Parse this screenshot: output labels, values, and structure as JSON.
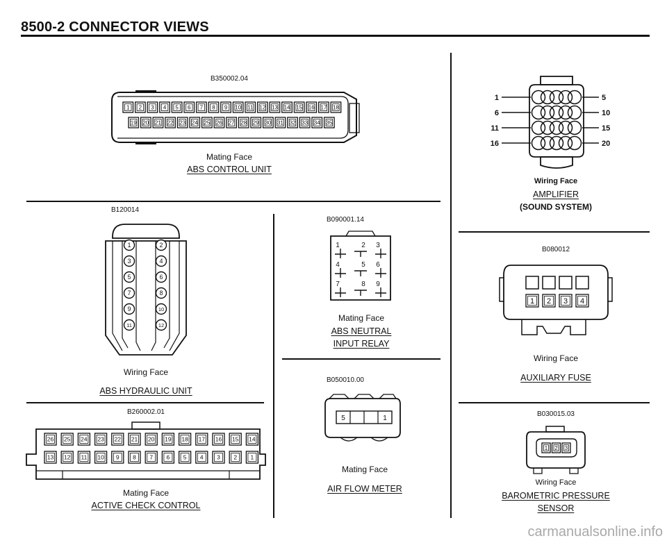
{
  "header": {
    "title": "8500-2  CONNECTOR VIEWS"
  },
  "watermark": "carmanualsonline.info",
  "connectors": [
    {
      "key": "abs_control",
      "code": "B350002.04",
      "face": "Mating Face",
      "title": "ABS CONTROL UNIT",
      "pins_top": [
        "1",
        "2",
        "3",
        "4",
        "5",
        "6",
        "7",
        "8",
        "9",
        "10",
        "11",
        "12",
        "13",
        "14",
        "15",
        "16",
        "17",
        "18"
      ],
      "pins_bottom": [
        "19",
        "20",
        "21",
        "22",
        "23",
        "24",
        "25",
        "26",
        "27",
        "28",
        "29",
        "30",
        "31",
        "32",
        "33",
        "34",
        "35"
      ]
    },
    {
      "key": "amplifier",
      "code": "",
      "face": "Wiring Face",
      "title": "AMPLIFIER",
      "subtitle": "(SOUND SYSTEM)",
      "labels_left": [
        "1",
        "6",
        "11",
        "16"
      ],
      "labels_right": [
        "5",
        "10",
        "15",
        "20"
      ]
    },
    {
      "key": "abs_hydraulic",
      "code": "B120014",
      "face": "Wiring Face",
      "title": "ABS HYDRAULIC UNIT",
      "pins_left": [
        "1",
        "3",
        "5",
        "7",
        "9",
        "11"
      ],
      "pins_right": [
        "2",
        "4",
        "6",
        "8",
        "10",
        "12"
      ]
    },
    {
      "key": "abs_neutral",
      "code": "B090001.14",
      "face": "Mating Face",
      "title": "ABS NEUTRAL",
      "title2": "INPUT RELAY",
      "pins": [
        "1",
        "2",
        "3",
        "4",
        "5",
        "6",
        "7",
        "8",
        "9"
      ]
    },
    {
      "key": "aux_fuse",
      "code": "B080012",
      "face": "Wiring Face",
      "title": "AUXILIARY FUSE",
      "pins": [
        "1",
        "2",
        "3",
        "4"
      ]
    },
    {
      "key": "air_flow",
      "code": "B050010.00",
      "face": "Mating Face",
      "title": "AIR FLOW METER",
      "pins": [
        "5",
        "1"
      ]
    },
    {
      "key": "active_check",
      "code": "B260002.01",
      "face": "Mating Face",
      "title": "ACTIVE CHECK CONTROL",
      "pins_top": [
        "26",
        "25",
        "24",
        "23",
        "22",
        "21",
        "20",
        "19",
        "18",
        "17",
        "16",
        "15",
        "14"
      ],
      "pins_bottom": [
        "13",
        "12",
        "11",
        "10",
        "9",
        "8",
        "7",
        "6",
        "5",
        "4",
        "3",
        "2",
        "1"
      ]
    },
    {
      "key": "baro",
      "code": "B030015.03",
      "face": "Wiring Face",
      "title": "BAROMETRIC PRESSURE",
      "title2": "SENSOR",
      "pins": [
        "1",
        "2",
        "3"
      ]
    }
  ]
}
